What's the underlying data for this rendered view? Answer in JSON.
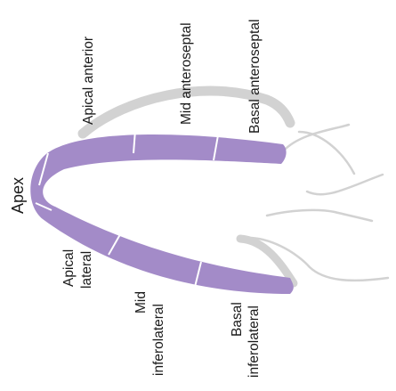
{
  "labels": {
    "apex": "Apex",
    "apical_anterior": "Apical anterior",
    "mid_anteroseptal": "Mid anteroseptal",
    "basal_anteroseptal": "Basal anteroseptal",
    "apical_lateral_1": "Apical",
    "apical_lateral_2": "lateral",
    "mid_inferolateral_1": "Mid",
    "mid_inferolateral_2": "inferolateral",
    "basal_inferolateral_1": "Basal",
    "basal_inferolateral_2": "inferolateral"
  },
  "colors": {
    "myocardium": "#a38bc8",
    "outline": "#d2d2d2",
    "segment_divider": "#ffffff",
    "text": "#1a1a1a"
  }
}
